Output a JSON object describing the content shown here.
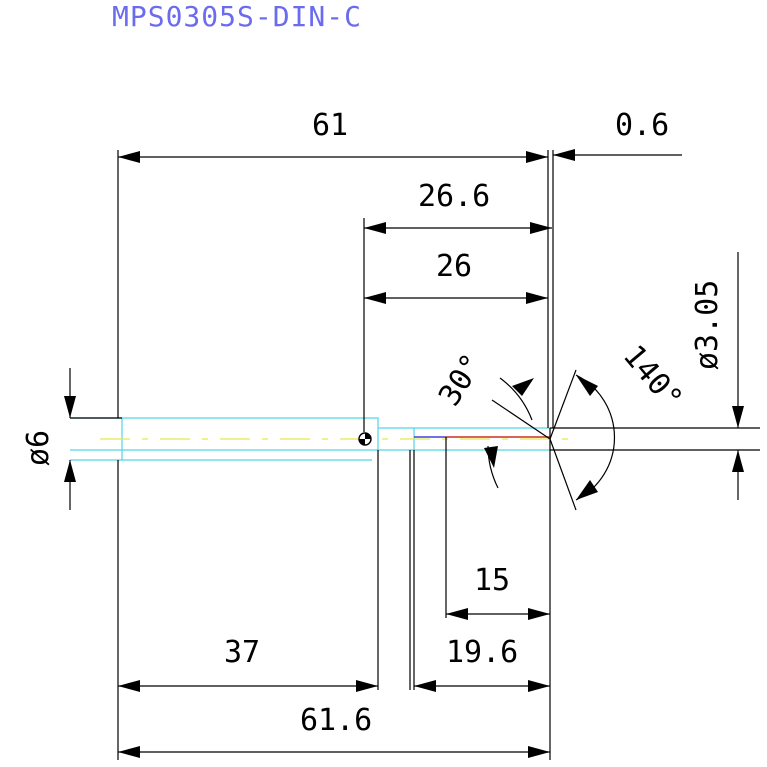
{
  "title": "MPS0305S-DIN-C",
  "colors": {
    "title": "#6b6bf0",
    "lines": "#000000",
    "outline": "#4fd6e8",
    "centerline": "#e8e84a",
    "tip_red": "#e8502a",
    "tip_blue": "#4040e0"
  },
  "dimensions": {
    "overall_length": "61",
    "tip_offset": "0.6",
    "tip_length_a": "26.6",
    "tip_length_b": "26",
    "shank_diameter": "ø6",
    "tip_diameter": "ø3.05",
    "cone_angle": "30°",
    "point_angle": "140°",
    "flute_length": "15",
    "neck_length": "19.6",
    "shank_length": "37",
    "total_length": "61.6"
  }
}
